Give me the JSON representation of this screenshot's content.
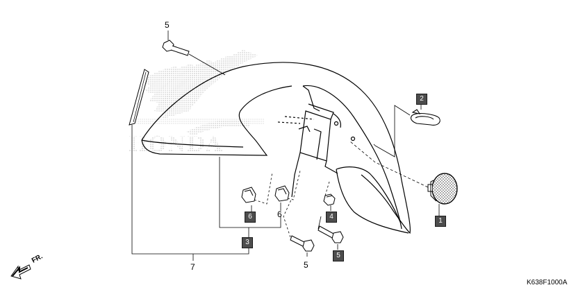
{
  "diagram": {
    "code": "K638F1000A",
    "direction_label": "FR.",
    "watermark_text": "HONDA",
    "callouts": {
      "c1": "1",
      "c2": "2",
      "c3": "3",
      "c4": "4",
      "c5_top": "5",
      "c5_mid": "5",
      "c5_box": "5",
      "c6_box": "6",
      "c6_plain": "6",
      "c7": "7"
    }
  }
}
